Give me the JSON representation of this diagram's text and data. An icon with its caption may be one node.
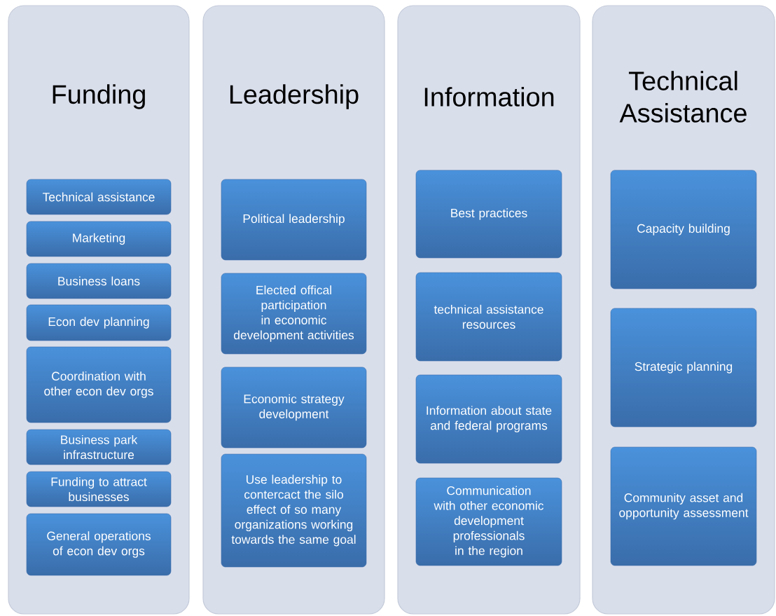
{
  "diagram": {
    "nodes": [
      {
        "text": [
          "Funding"
        ]
      },
      {
        "text": [
          "Technical assistance"
        ],
        "in": 0
      },
      {
        "text": [
          "Marketing"
        ],
        "in": 0
      },
      {
        "text": [
          "Business loans"
        ],
        "in": 0
      },
      {
        "text": [
          "Econ dev planning"
        ],
        "in": 0
      },
      {
        "text": [
          "Coordination with other econ dev orgs"
        ],
        "in": 0
      },
      {
        "text": [
          "Business park infrastructure"
        ],
        "in": 0
      },
      {
        "text": [
          "Funding to attract businesses"
        ],
        "in": 0
      },
      {
        "text": [
          "General operations of econ dev orgs"
        ],
        "in": 0
      },
      {
        "text": [
          "Leadership"
        ]
      },
      {
        "text": [
          "Political leadership"
        ],
        "in": 9
      },
      {
        "text": [
          "Elected offical participation in economic development activities"
        ],
        "in": 9
      },
      {
        "text": [
          "Economic strategy development"
        ],
        "in": 9
      },
      {
        "text": [
          "Use leadership to contercact the silo effect of so many organizations working towards the same goal"
        ],
        "in": 9
      },
      {
        "text": [
          "Information"
        ]
      },
      {
        "text": [
          "Best practices"
        ],
        "in": 14
      },
      {
        "text": [
          "technical assistance resources"
        ],
        "in": 14
      },
      {
        "text": [
          "Information about state and federal programs"
        ],
        "in": 14
      },
      {
        "text": [
          "Communication with other economic development professionals in the region"
        ],
        "in": 14
      },
      {
        "text": [
          "Technical Assistance"
        ]
      },
      {
        "text": [
          "Capacity building"
        ],
        "in": 19
      },
      {
        "text": [
          "Strategic planning"
        ],
        "in": 19
      },
      {
        "text": [
          "Community asset and opportunity assessment"
        ],
        "in": 19
      }
    ]
  }
}
